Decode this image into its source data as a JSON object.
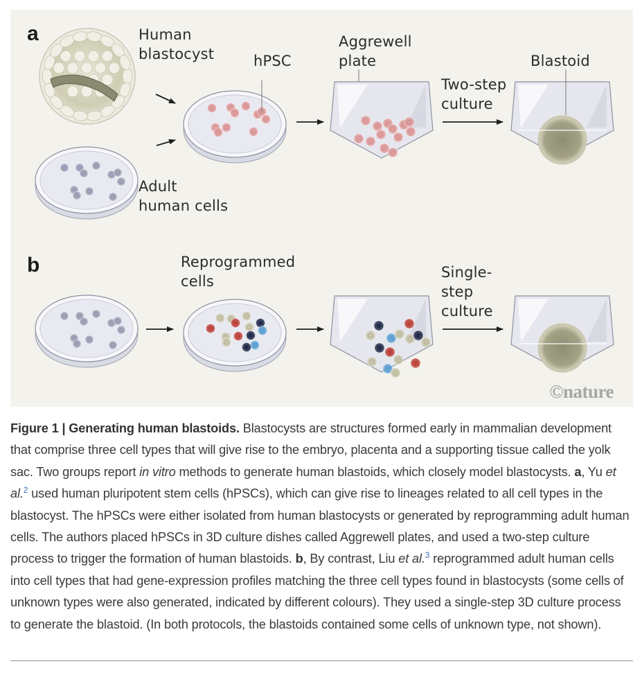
{
  "figure": {
    "panel_a": {
      "letter": "a",
      "labels": {
        "human_blastocyst": "Human\nblastocyst",
        "hpsc": "hPSC",
        "aggrewell_plate": "Aggrewell\nplate",
        "two_step_culture": "Two-step\nculture",
        "blastoid": "Blastoid",
        "adult_human_cells": "Adult\nhuman cells"
      }
    },
    "panel_b": {
      "letter": "b",
      "labels": {
        "reprogrammed_cells": "Reprogrammed\ncells",
        "single_step_culture": "Single-\nstep\nculture"
      }
    },
    "credit": "©nature",
    "colors": {
      "background": "#f3f2ec",
      "hpsc_cell": "#e29b9b",
      "adult_cell": "#9ea2b8",
      "red_cell": "#c0423a",
      "navy_cell": "#1f2a48",
      "blue_cell": "#5fa3d6",
      "beige_cell": "#c8c5a8",
      "blastoid": "#9a9a7e"
    }
  },
  "caption": {
    "title": "Figure 1 | Generating human blastoids.",
    "segments": [
      {
        "text": " Blastocysts are structures formed early in mammalian development that comprise three cell types that will give rise to the embryo, placenta and a supporting tissue called the yolk sac. Two groups report ",
        "style": "normal"
      },
      {
        "text": "in vitro",
        "style": "italic"
      },
      {
        "text": " methods to generate human blastoids, which closely model blastocysts. ",
        "style": "normal"
      },
      {
        "text": "a",
        "style": "bold"
      },
      {
        "text": ", Yu ",
        "style": "normal"
      },
      {
        "text": "et al.",
        "style": "italic"
      },
      {
        "text": "2",
        "style": "sup"
      },
      {
        "text": " used human pluripotent stem cells (hPSCs), which can give rise to lineages related to all cell types in the blastocyst. The hPSCs were either isolated from human blastocysts or generated by reprogramming adult human cells. The authors placed hPSCs in 3D culture dishes called Aggrewell plates, and used a two-step culture process to trigger the formation of human blastoids. ",
        "style": "normal"
      },
      {
        "text": "b",
        "style": "bold"
      },
      {
        "text": ", By contrast, Liu ",
        "style": "normal"
      },
      {
        "text": "et al.",
        "style": "italic"
      },
      {
        "text": "3",
        "style": "sup"
      },
      {
        "text": " reprogrammed adult human cells into cell types that had gene-expression profiles matching the three cell types found in blastocysts (some cells of unknown types were also generated, indicated by different colours). They used a single-step 3D culture process to generate the blastoid. (In both protocols, the blastoids contained some cells of unknown type, not shown).",
        "style": "normal"
      }
    ]
  }
}
